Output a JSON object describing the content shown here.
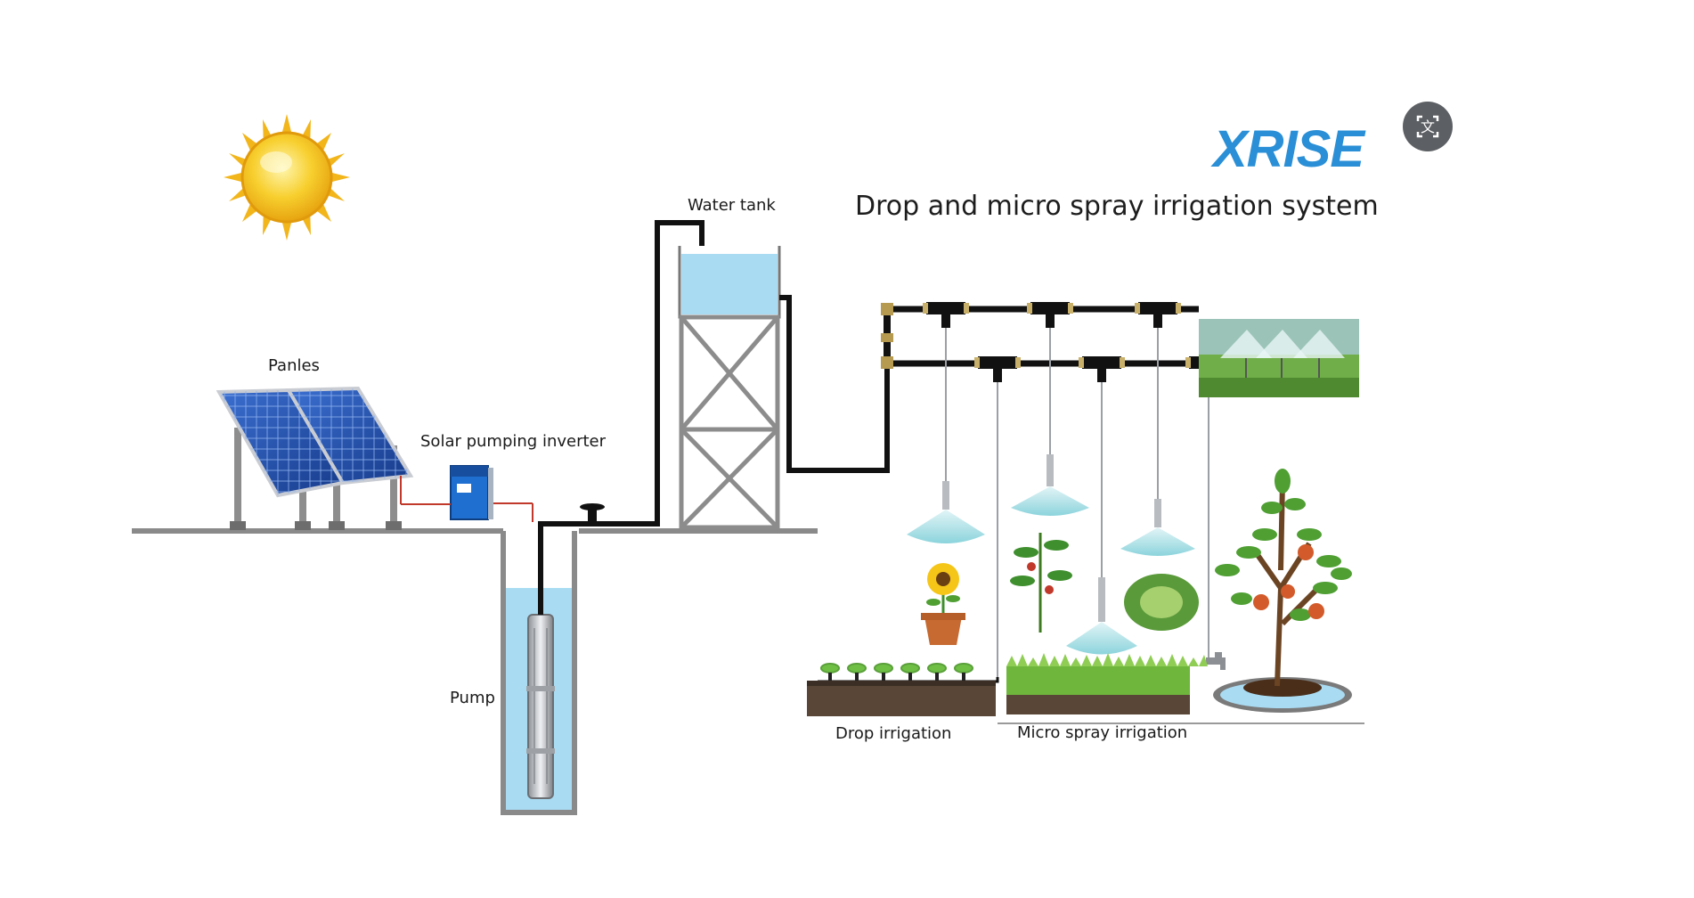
{
  "brand": "XRISE",
  "title": "Drop and micro spray irrigation system",
  "labels": {
    "panels": "Panles",
    "inverter": "Solar pumping inverter",
    "pump": "Pump",
    "water_tank": "Water tank",
    "drop_irrigation": "Drop irrigation",
    "micro_spray": "Micro spray irrigation"
  },
  "icons": {
    "sun": "sun-icon",
    "translate": "translate-icon"
  },
  "colors": {
    "brand": "#2a8fd6",
    "water": "#a9dcf3",
    "pipe": "#111111",
    "panel": "#1f4fa8"
  }
}
